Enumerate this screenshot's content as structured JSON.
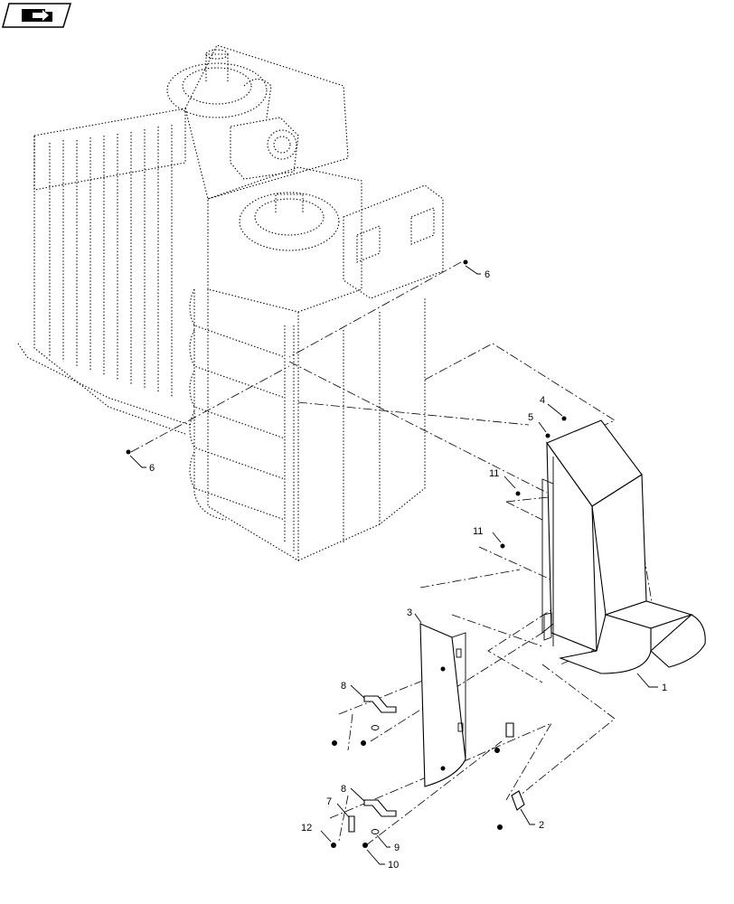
{
  "nav_icon": "book-arrow-icon",
  "callouts": {
    "c1": "1",
    "c2": "2",
    "c3": "3",
    "c4": "4",
    "c5": "5",
    "c6a": "6",
    "c6b": "6",
    "c7": "7",
    "c8a": "8",
    "c8b": "8",
    "c9": "9",
    "c10": "10",
    "c11a": "11",
    "c11b": "11",
    "c12": "12"
  }
}
